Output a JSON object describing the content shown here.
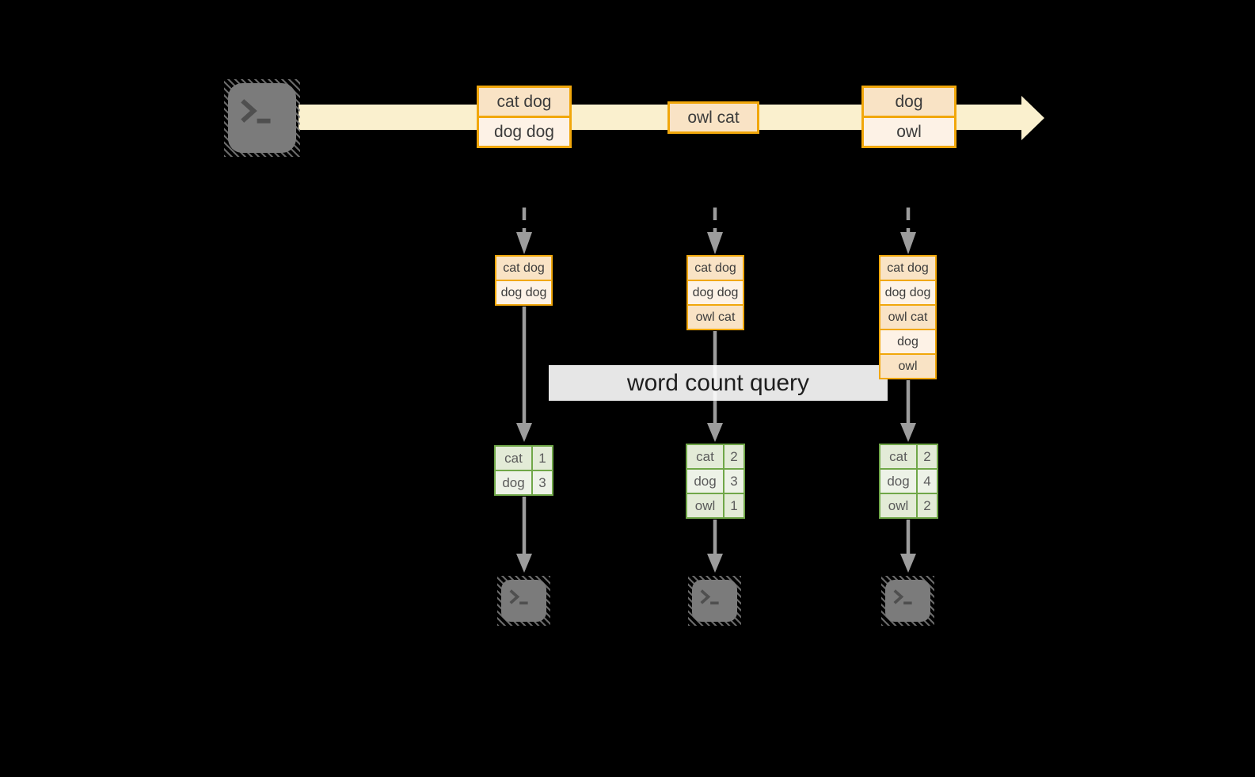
{
  "diagram": {
    "query_box": {
      "label": "word count query"
    },
    "stream": {
      "source_icon": "terminal-prompt-icon",
      "events": [
        {
          "lines": [
            "cat dog",
            "dog dog"
          ]
        },
        {
          "lines": [
            "owl cat"
          ]
        },
        {
          "lines": [
            "dog",
            "owl"
          ]
        }
      ]
    },
    "buffers": [
      {
        "rows": [
          "cat dog",
          "dog dog"
        ]
      },
      {
        "rows": [
          "cat dog",
          "dog dog",
          "owl cat"
        ]
      },
      {
        "rows": [
          "cat dog",
          "dog dog",
          "owl cat",
          "dog",
          "owl"
        ]
      }
    ],
    "count_tables": [
      {
        "rows": [
          {
            "word": "cat",
            "count": "1"
          },
          {
            "word": "dog",
            "count": "3"
          }
        ]
      },
      {
        "rows": [
          {
            "word": "cat",
            "count": "2"
          },
          {
            "word": "dog",
            "count": "3"
          },
          {
            "word": "owl",
            "count": "1"
          }
        ]
      },
      {
        "rows": [
          {
            "word": "cat",
            "count": "2"
          },
          {
            "word": "dog",
            "count": "4"
          },
          {
            "word": "owl",
            "count": "2"
          }
        ]
      }
    ],
    "sink_icons": [
      "terminal-prompt-icon",
      "terminal-prompt-icon",
      "terminal-prompt-icon"
    ],
    "colors": {
      "background": "#000000",
      "stream_band": "#FAF0CE",
      "event_border": "#F1A70B",
      "event_fill_dark": "#F9E3C5",
      "event_fill_light": "#FDF2E6",
      "table_border": "#70A748",
      "table_fill_dark": "#E3EBD7",
      "table_fill_light": "#EDF2E7",
      "arrow_gray": "#9C9C9C",
      "terminal_gray": "#7B7B7B"
    }
  }
}
